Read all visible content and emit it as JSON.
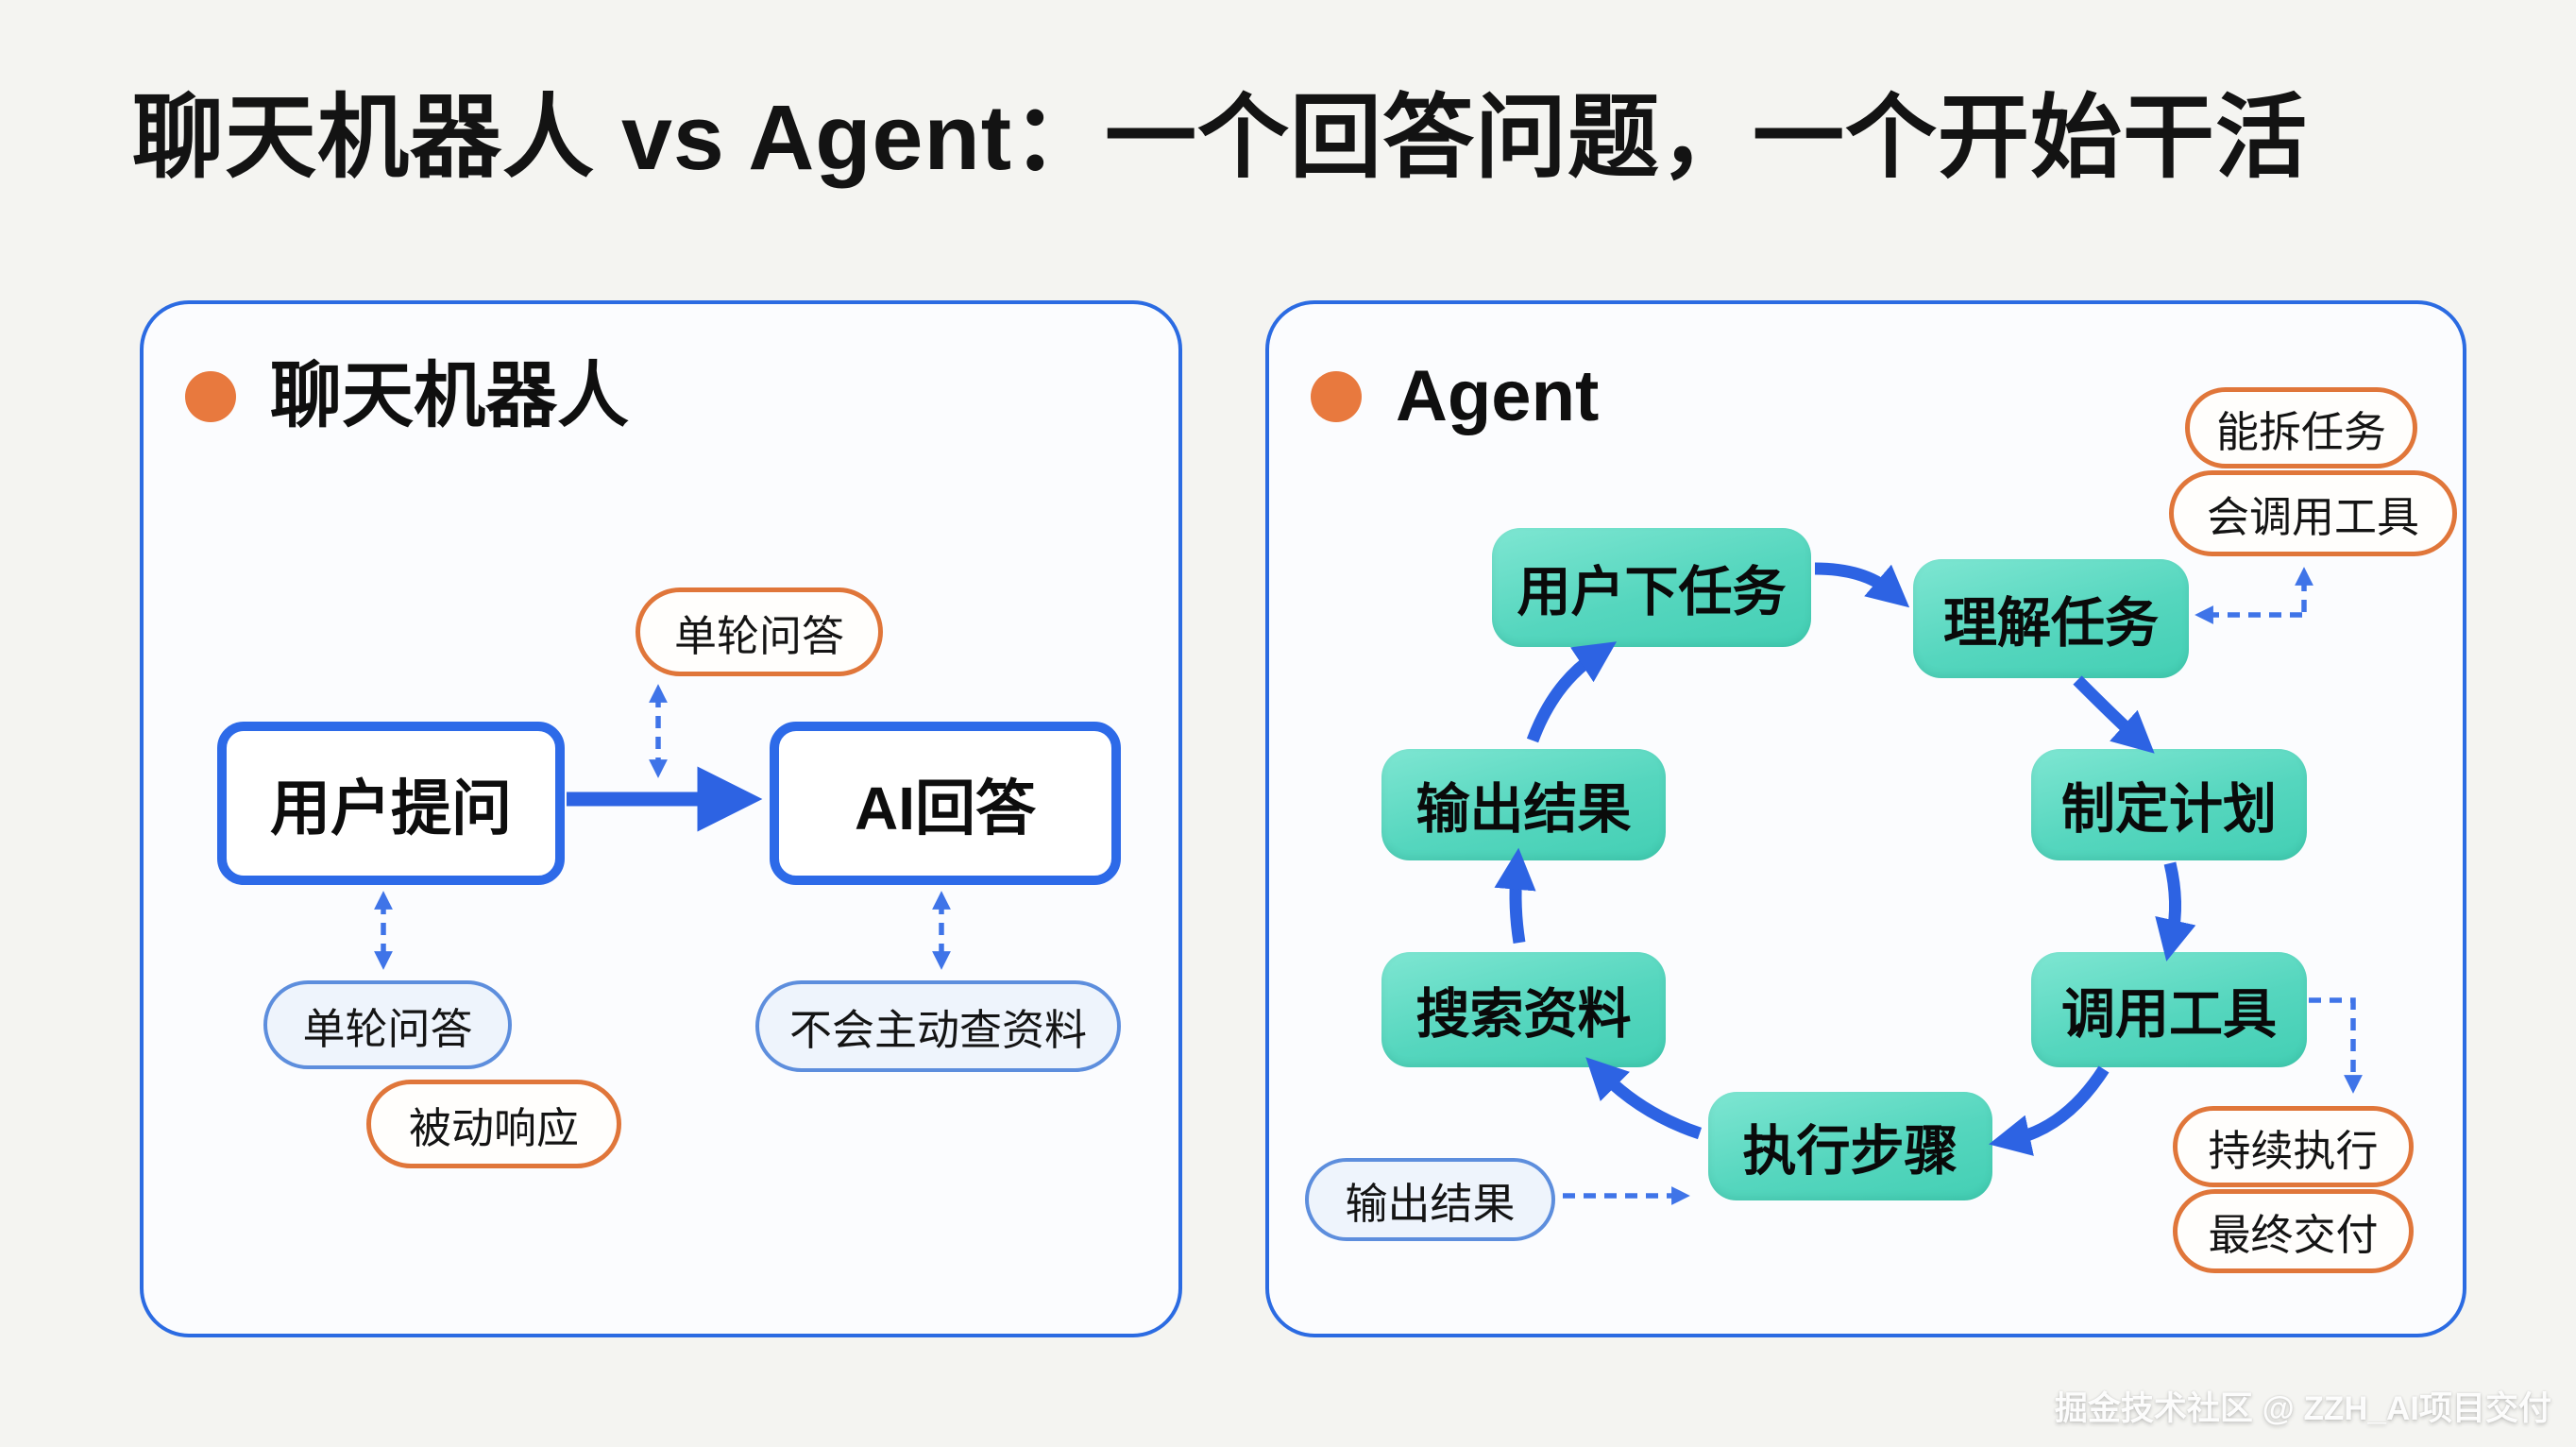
{
  "title": "聊天机器人 vs Agent：一个回答问题，一个开始干活",
  "watermark": "掘金技术社区 @ ZZH_AI项目交付",
  "colors": {
    "background": "#F4F4F1",
    "panel_border": "#2B6BE2",
    "accent_orange": "#E0763A",
    "arrow_blue": "#2D63E3",
    "node_teal": "#4FD4BB",
    "pill_blue_border": "#5D8EDD",
    "text": "#111111"
  },
  "left_panel": {
    "header": "聊天机器人",
    "flow": "用户提问 → AI回答",
    "nodes": [
      {
        "label": "用户提问"
      },
      {
        "label": "AI回答"
      }
    ],
    "pills": [
      {
        "label": "单轮问答",
        "style": "orange"
      },
      {
        "label": "单轮问答",
        "style": "blue"
      },
      {
        "label": "被动响应",
        "style": "orange"
      },
      {
        "label": "不会主动查资料",
        "style": "blue"
      }
    ]
  },
  "right_panel": {
    "header": "Agent",
    "cycle_nodes": [
      {
        "label": "用户下任务"
      },
      {
        "label": "理解任务"
      },
      {
        "label": "制定计划"
      },
      {
        "label": "调用工具"
      },
      {
        "label": "执行步骤"
      },
      {
        "label": "搜索资料"
      },
      {
        "label": "输出结果"
      }
    ],
    "cycle_order": "用户下任务 → 理解任务 → 制定计划 → 调用工具 → 执行步骤 → 搜索资料 → 输出结果 → 用户下任务",
    "pills": [
      {
        "label": "能拆任务",
        "style": "orange"
      },
      {
        "label": "会调用工具",
        "style": "orange"
      },
      {
        "label": "持续执行",
        "style": "orange"
      },
      {
        "label": "最终交付",
        "style": "orange"
      },
      {
        "label": "输出结果",
        "style": "blue"
      }
    ]
  }
}
